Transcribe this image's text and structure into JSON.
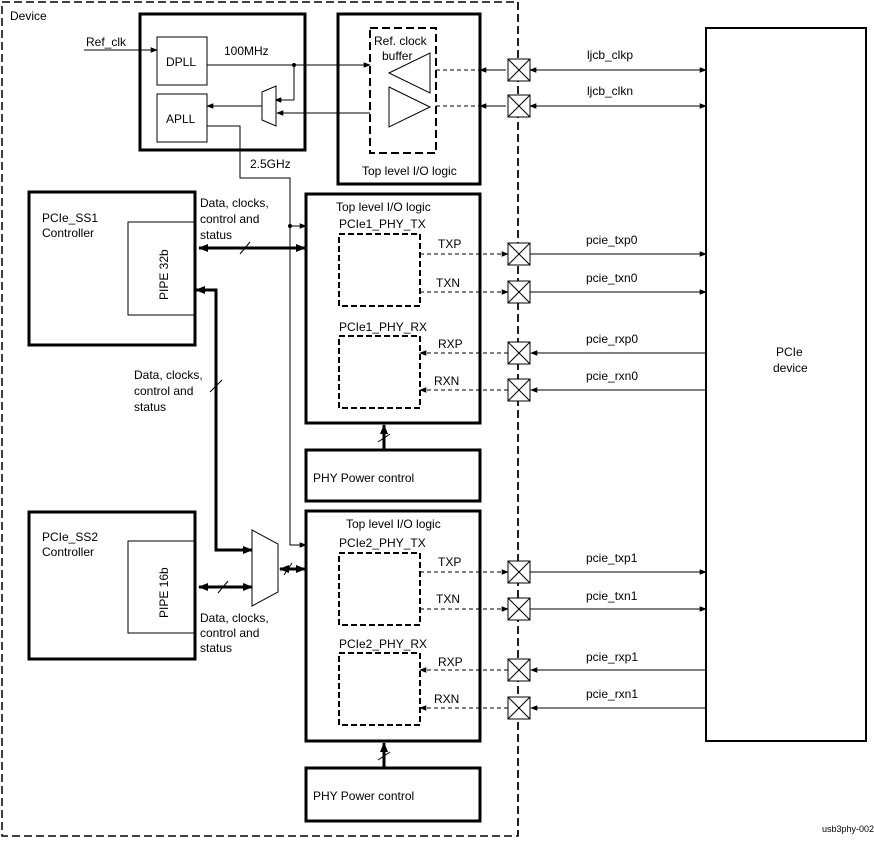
{
  "device": {
    "label": "Device"
  },
  "clock": {
    "ref_clk": "Ref_clk",
    "dpll": "DPLL",
    "apll": "APLL",
    "freq_100": "100MHz",
    "freq_25": "2.5GHz",
    "refbuf_line1": "Ref. clock",
    "refbuf_line2": "buffer",
    "top_io": "Top level I/O logic",
    "ljcb_clkp": "ljcb_clkp",
    "ljcb_clkn": "ljcb_clkn"
  },
  "ss1": {
    "name_line1": "PCIe_SS1",
    "name_line2": "Controller",
    "pipe": "PIPE 32b",
    "data_line1": "Data, clocks,",
    "data_line2": "control and",
    "data_line3": "status"
  },
  "ss2": {
    "name_line1": "PCIe_SS2",
    "name_line2": "Controller",
    "pipe": "PIPE 16b",
    "data_line1": "Data, clocks,",
    "data_line2": "control and",
    "data_line3": "status"
  },
  "mid_data": {
    "line1": "Data, clocks,",
    "line2": "control and",
    "line3": "status"
  },
  "phy1": {
    "top_io": "Top level I/O logic",
    "tx": "PCIe1_PHY_TX",
    "rx": "PCIe1_PHY_RX",
    "txp": "TXP",
    "txn": "TXN",
    "rxp": "RXP",
    "rxn": "RXN",
    "power": "PHY Power control"
  },
  "phy2": {
    "top_io": "Top level I/O logic",
    "tx": "PCIe2_PHY_TX",
    "rx": "PCIe2_PHY_RX",
    "txp": "TXP",
    "txn": "TXN",
    "rxp": "RXP",
    "rxn": "RXN",
    "power": "PHY Power control"
  },
  "signals": {
    "txp0": "pcie_txp0",
    "txn0": "pcie_txn0",
    "rxp0": "pcie_rxp0",
    "rxn0": "pcie_rxn0",
    "txp1": "pcie_txp1",
    "txn1": "pcie_txn1",
    "rxp1": "pcie_rxp1",
    "rxn1": "pcie_rxn1"
  },
  "pcie_device": {
    "line1": "PCIe",
    "line2": "device"
  },
  "figure_id": "usb3phy-002"
}
